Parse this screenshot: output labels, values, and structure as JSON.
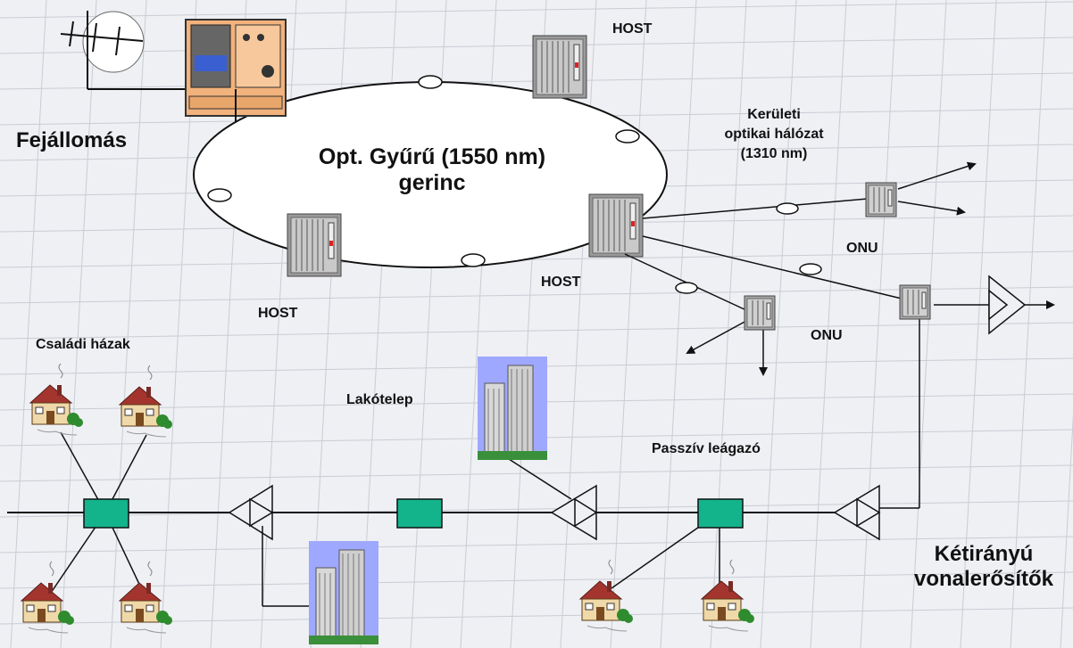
{
  "labels": {
    "headend": "Fejállomás",
    "ring_line1": "Opt. Gyűrű (1550 nm)",
    "ring_line2": "gerinc",
    "host_top": "HOST",
    "host_left": "HOST",
    "host_right": "HOST",
    "district_line1": "Kerületi",
    "district_line2": "optikai hálózat",
    "district_line3": "(1310 nm)",
    "onu_upper": "ONU",
    "onu_lower": "ONU",
    "family_houses": "Családi  házak",
    "housing_estate": "Lakótelep",
    "passive_tap": "Passzív leágazó",
    "amplifiers_line1": "Kétirányú",
    "amplifiers_line2": "vonalerősítők"
  },
  "colors": {
    "background": "#eef0f4",
    "grid": "#c9ccd3",
    "ring_fill": "#ffffff",
    "tap_fill": "#13b38c",
    "headend_fill": "#f2b27c",
    "house_roof": "#a3352e",
    "house_wall": "#f0d9a8",
    "tree": "#2e8b2e",
    "building_sky": "#9fa8ff"
  }
}
